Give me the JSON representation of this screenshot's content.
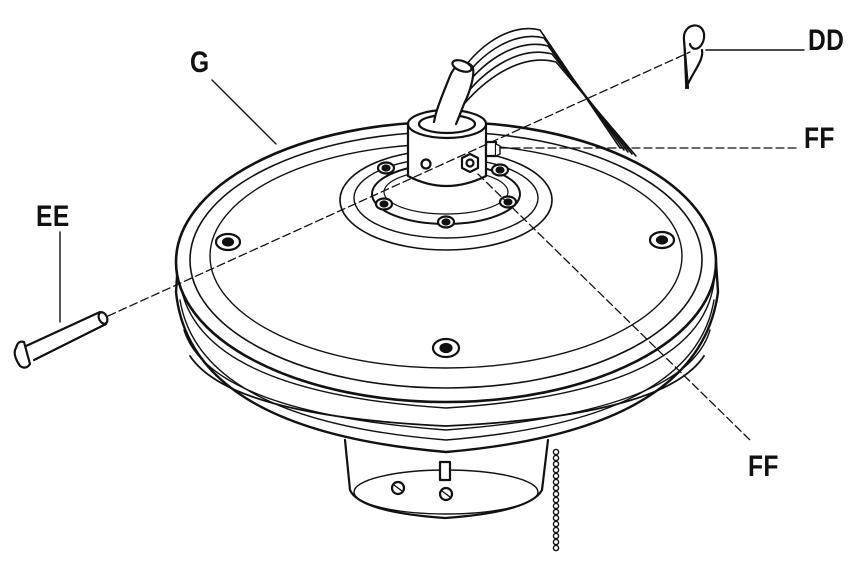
{
  "labels": {
    "g": "G",
    "dd": "DD",
    "ff_upper": "FF",
    "ee": "EE",
    "ff_lower": "FF"
  },
  "colors": {
    "ink": "#111111",
    "fill": "#ffffff",
    "shade": "#eeeeee"
  }
}
